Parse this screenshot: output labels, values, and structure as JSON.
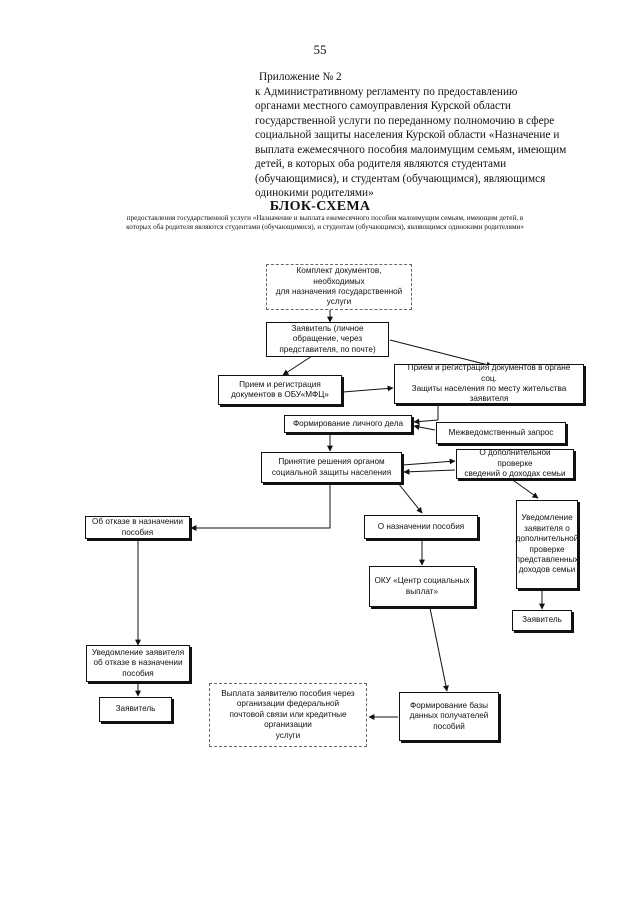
{
  "page_number": "55",
  "appendix": {
    "lines": [
      "Приложение № 2",
      "к   Административному  регламенту  по предоставлению",
      "органами местного самоуправления Курской области",
      "государственной услуги  по переданному полномочию в сфере",
      "социальной защиты населения Курской области «Назначение и",
      "выплата ежемесячного пособия малоимущим семьям, имеющим",
      "детей, в которых оба родителя являются студентами",
      "(обучающимися), и студентам (обучающимся), являющимся",
      "одинокими родителями»"
    ]
  },
  "title": "БЛОК-СХЕМА",
  "subtitle": {
    "lines": [
      "предоставления государственной услуги  «Назначение и выплата ежемесячного пособия малоимущим семьям, имеющим детей, в",
      "которых оба родителя являются студентами (обучающимися), и студентам (обучающимся), являющимся одинокими родителями»"
    ]
  },
  "flowchart": {
    "documents_set": [
      "Комплект документов, необходимых",
      "для назначения государственной",
      "услуги"
    ],
    "applicant_request": [
      "Заявитель (личное",
      "обращение, через",
      "представителя, по почте)"
    ],
    "reception_mfc": [
      "Прием и регистрация",
      "документов в ОБУ«МФЦ»"
    ],
    "reception_social": [
      "Прием и регистрация документов в органе соц.",
      "Защиты населения по месту жительства",
      "заявителя"
    ],
    "personal_file": [
      "Формирование личного дела"
    ],
    "interagency_request": [
      "Межведомственный запрос"
    ],
    "decision": [
      "Принятие решения органом",
      "социальной защиты населения"
    ],
    "additional_check": [
      "О дополнительной проверке",
      "сведений о доходах семьи"
    ],
    "refusal": [
      "Об отказе в назначении",
      "пособия"
    ],
    "assignment": [
      "О назначении пособия"
    ],
    "notify_check": [
      "Уведомление",
      "заявителя о",
      "дополнительной",
      "проверке",
      "представленных",
      "доходов семьи"
    ],
    "oku_center": [
      "ОКУ «Центр социальных",
      "выплат»"
    ],
    "applicant_right": [
      "Заявитель"
    ],
    "notify_refusal": [
      "Уведомление заявителя",
      "об отказе в назначении",
      "пособия"
    ],
    "payment": [
      "Выплата заявителю пособия через",
      "организации федеральной",
      "почтовой связи или кредитные",
      "организации",
      "услуги"
    ],
    "database": [
      "Формирование базы",
      "данных получателей",
      "пособий"
    ],
    "applicant_left": [
      "Заявитель"
    ]
  }
}
